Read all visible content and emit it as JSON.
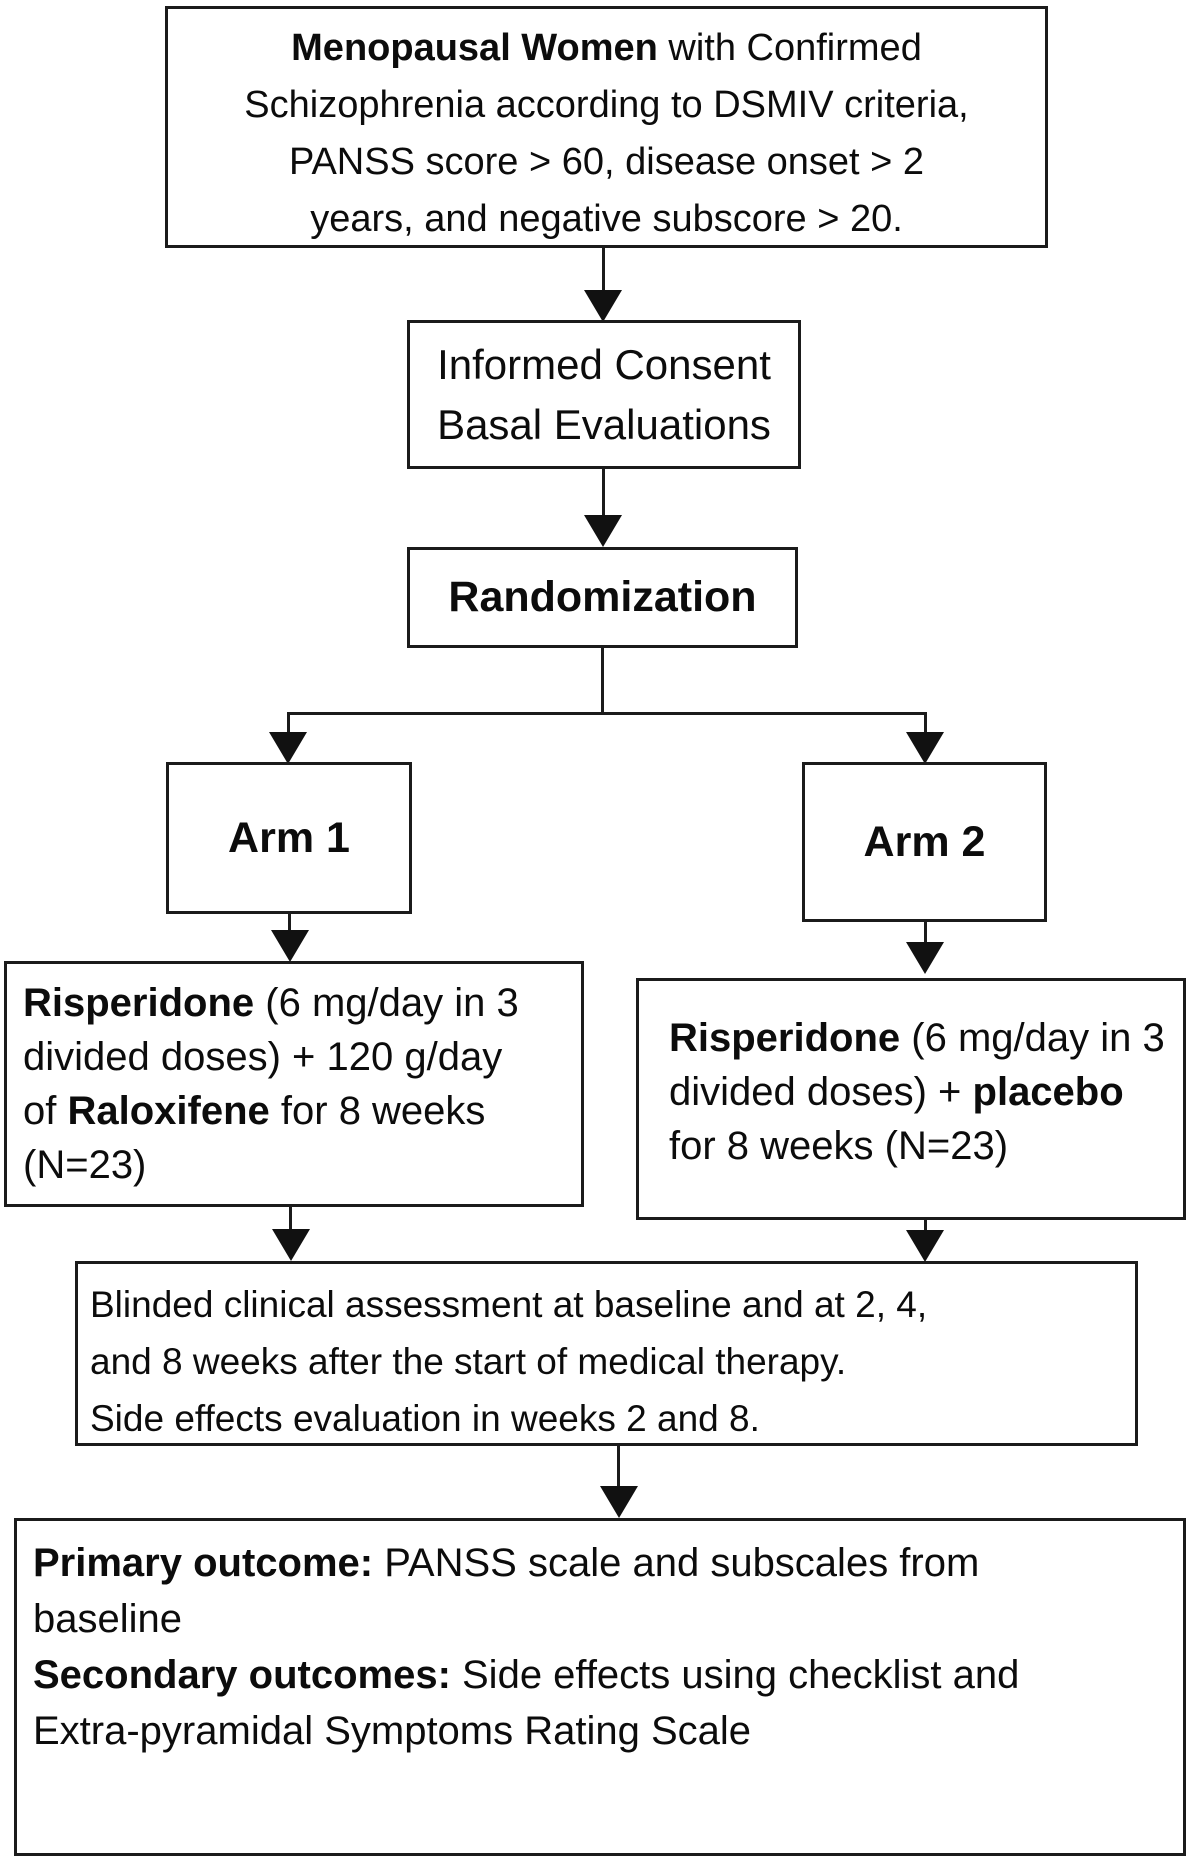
{
  "figure": {
    "background_color": "#ffffff",
    "line_color": "#1b1b1b",
    "text_color": "#0c0c0c"
  },
  "boxes": {
    "eligibility": {
      "line1_bold": "Menopausal Women",
      "line1_rest": " with Confirmed",
      "line2": "Schizophrenia according to DSMIV criteria,",
      "line3": "PANSS score > 60, disease onset > 2",
      "line4": "years, and negative subscore > 20."
    },
    "consent": {
      "line1": "Informed Consent",
      "line2": "Basal Evaluations"
    },
    "randomization": {
      "label": "Randomization"
    },
    "arm1": {
      "label": "Arm 1"
    },
    "arm2": {
      "label": "Arm 2"
    },
    "arm1_treatment": {
      "line1_bold": "Risperidone",
      "line1_rest": " (6 mg/day in 3",
      "line2": "divided doses) + 120 g/day",
      "line3_pre": "of ",
      "line3_bold": "Raloxifene",
      "line3_rest": " for 8 weeks",
      "line4": "(N=23)"
    },
    "arm2_treatment": {
      "line1_bold": "Risperidone",
      "line1_rest": " (6 mg/day in 3",
      "line2_pre": "divided doses) + ",
      "line2_bold": "placebo",
      "line3": "for 8 weeks (N=23)"
    },
    "assessment": {
      "line1": "Blinded clinical assessment at baseline and at 2, 4,",
      "line2": "and 8 weeks after the start of medical therapy.",
      "line3": "Side effects evaluation in weeks 2 and 8."
    },
    "outcomes": {
      "line1_bold": "Primary outcome:",
      "line1_rest": " PANSS scale and subscales from",
      "line2": "baseline",
      "line3_bold": "Secondary outcomes:",
      "line3_rest": " Side effects using checklist and",
      "line4": "Extra-pyramidal Symptoms Rating Scale"
    }
  }
}
